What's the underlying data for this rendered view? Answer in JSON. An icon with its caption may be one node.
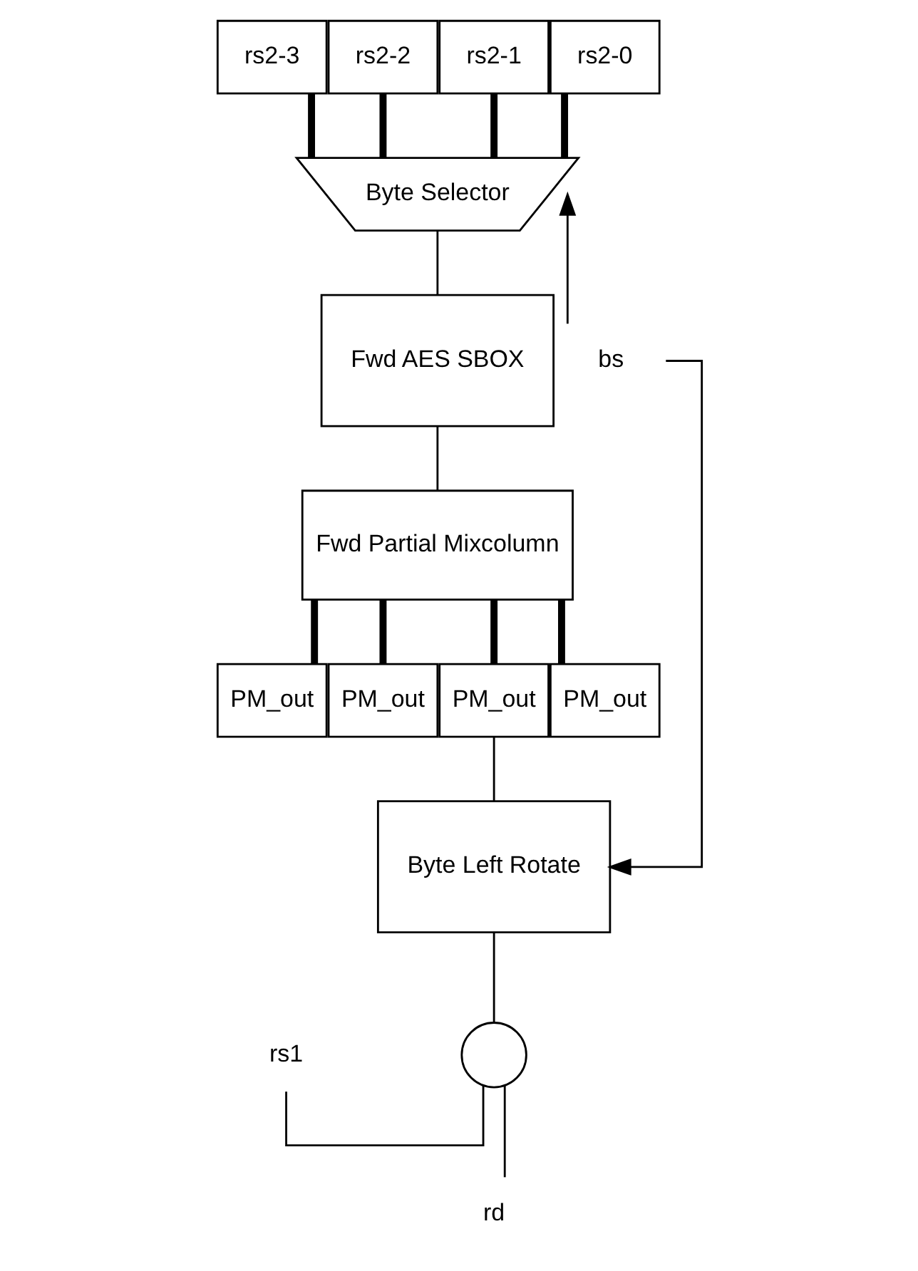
{
  "diagram": {
    "nodes": [
      {
        "text": [
          "rs2-3"
        ]
      },
      {
        "text": [
          "rs2-2"
        ]
      },
      {
        "text": [
          "rs2-1"
        ]
      },
      {
        "text": [
          "rs2-0"
        ]
      },
      {
        "text": [
          "Byte Selector"
        ]
      },
      {
        "text": [
          "Fwd AES SBOX"
        ]
      },
      {
        "text": [
          "Fwd Partial Mixcolumn"
        ]
      },
      {
        "text": [
          "PM_out"
        ]
      },
      {
        "text": [
          "PM_out"
        ]
      },
      {
        "text": [
          "PM_out"
        ]
      },
      {
        "text": [
          "PM_out"
        ]
      },
      {
        "text": [
          "Byte Left Rotate"
        ]
      },
      {
        "text": [],
        "shape": "circle"
      },
      {
        "text": [
          "bs"
        ]
      },
      {
        "text": [
          "rs1"
        ]
      },
      {
        "text": [
          "rd"
        ]
      }
    ],
    "edges": [
      {
        "from": 0,
        "to": 4,
        "arrow": "none",
        "style": "thick"
      },
      {
        "from": 1,
        "to": 4,
        "arrow": "none",
        "style": "thick"
      },
      {
        "from": 2,
        "to": 4,
        "arrow": "none",
        "style": "thick"
      },
      {
        "from": 3,
        "to": 4,
        "arrow": "none",
        "style": "thick"
      },
      {
        "from": 4,
        "to": 5,
        "arrow": "none"
      },
      {
        "from": 5,
        "to": 6,
        "arrow": "none"
      },
      {
        "from": 6,
        "to": 7,
        "arrow": "none",
        "style": "thick"
      },
      {
        "from": 6,
        "to": 8,
        "arrow": "none",
        "style": "thick"
      },
      {
        "from": 6,
        "to": 9,
        "arrow": "none",
        "style": "thick"
      },
      {
        "from": 6,
        "to": 10,
        "arrow": "none",
        "style": "thick"
      },
      {
        "from": 9,
        "to": 11,
        "arrow": "none"
      },
      {
        "from": 11,
        "to": 12,
        "arrow": "none"
      },
      {
        "from": 14,
        "to": 12,
        "arrow": "none"
      },
      {
        "from": 12,
        "to": 15,
        "arrow": "none"
      },
      {
        "from": 13,
        "to": 4,
        "arrow": "to"
      },
      {
        "from": 13,
        "to": 11,
        "arrow": "to"
      }
    ]
  }
}
